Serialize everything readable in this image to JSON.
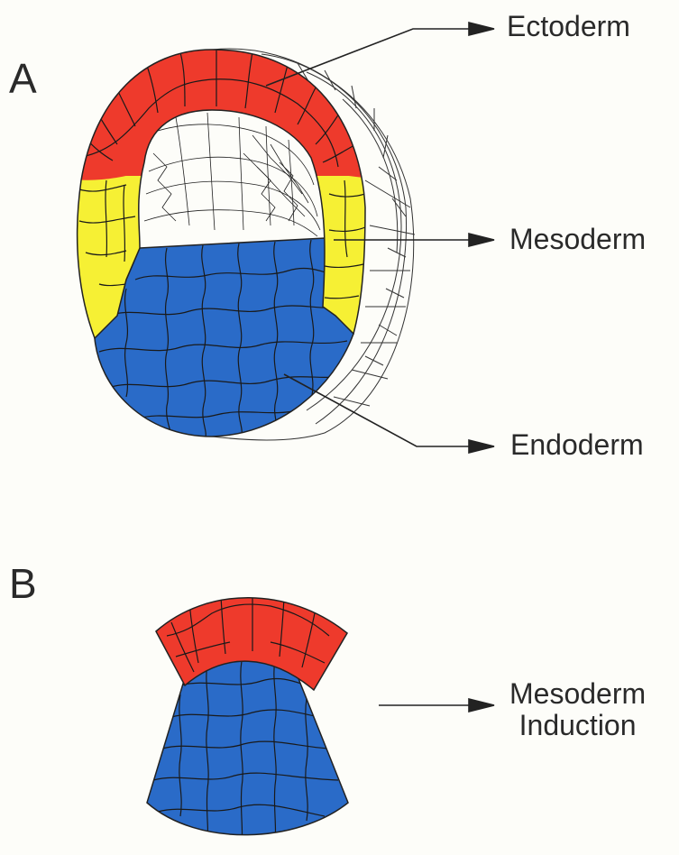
{
  "panels": {
    "a": {
      "label": "A"
    },
    "b": {
      "label": "B"
    }
  },
  "labels": {
    "ectoderm": "Ectoderm",
    "mesoderm": "Mesoderm",
    "endoderm": "Endoderm",
    "induction_line1": "Mesoderm",
    "induction_line2": "Induction"
  },
  "colors": {
    "ectoderm": "#ee3a2c",
    "mesoderm": "#f6f034",
    "endoderm": "#2a6bc8",
    "outline": "#222222",
    "background": "#fdfdf9"
  }
}
